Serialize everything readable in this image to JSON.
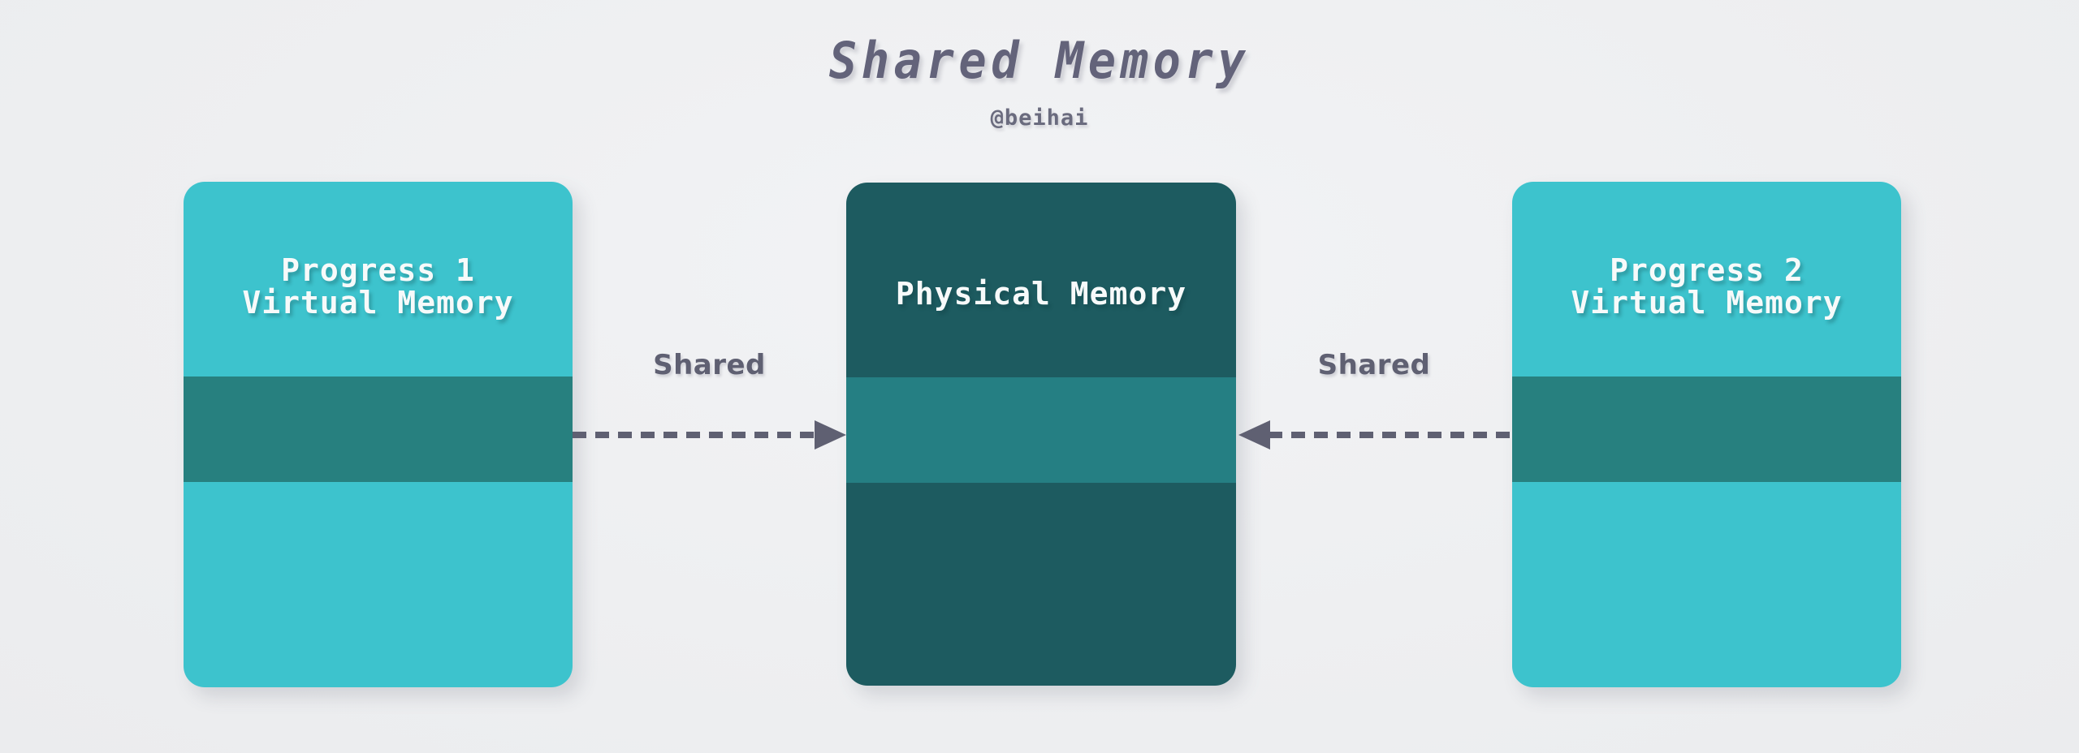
{
  "header": {
    "title": "Shared Memory",
    "subtitle": "@beihai"
  },
  "colors": {
    "background": "#eff0f2",
    "virtual_memory": "#3dc3cd",
    "virtual_shared_band": "#27807f",
    "physical_memory": "#1d5b60",
    "physical_shared_band": "#257f83",
    "text_slate": "#63637a",
    "text_on_box": "#f7fafa"
  },
  "boxes": [
    {
      "id": "process-1",
      "kind": "virtual",
      "label": "Progress 1\nVirtual Memory",
      "segments": [
        "private",
        "shared",
        "private"
      ]
    },
    {
      "id": "physical",
      "kind": "physical",
      "label": "Physical Memory",
      "segments": [
        "unmapped",
        "shared",
        "unmapped"
      ]
    },
    {
      "id": "process-2",
      "kind": "virtual",
      "label": "Progress 2\nVirtual Memory",
      "segments": [
        "private",
        "shared",
        "private"
      ]
    }
  ],
  "arrows": [
    {
      "id": "left-to-physical",
      "label": "Shared",
      "direction": "right",
      "style": "dashed"
    },
    {
      "id": "right-to-physical",
      "label": "Shared",
      "direction": "left",
      "style": "dashed"
    }
  ]
}
